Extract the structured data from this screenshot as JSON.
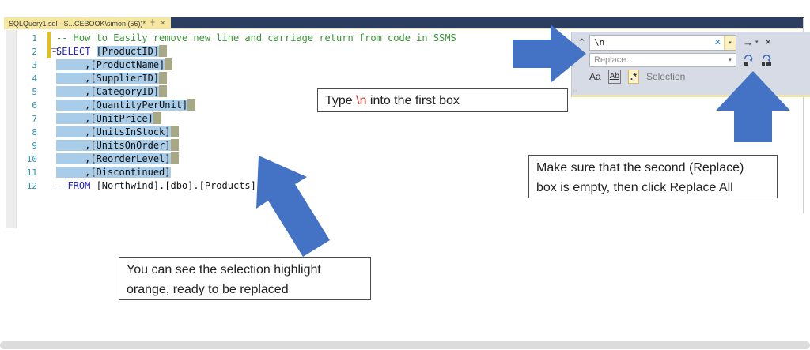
{
  "tab": {
    "title": "SQLQuery1.sql - S...CEBOOK\\simon (56))*",
    "close_glyph": "✕"
  },
  "editor": {
    "collapse_glyph": "−",
    "lines": [
      {
        "num": "1",
        "segments": [
          {
            "t": "-- How to Easily remove new line and carriage return from code in SSMS",
            "c": "comment"
          }
        ]
      },
      {
        "num": "2",
        "segments": [
          {
            "t": "SELECT ",
            "c": "keyword"
          },
          {
            "t": "[ProductID]",
            "c": "sel"
          },
          {
            "t": "",
            "c": "nl"
          }
        ]
      },
      {
        "num": "3",
        "segments": [
          {
            "t": "     ,[ProductName]",
            "c": "sel"
          },
          {
            "t": "",
            "c": "nl"
          }
        ]
      },
      {
        "num": "4",
        "segments": [
          {
            "t": "     ,[SupplierID]",
            "c": "sel"
          },
          {
            "t": "",
            "c": "nl"
          }
        ]
      },
      {
        "num": "5",
        "segments": [
          {
            "t": "     ,[CategoryID]",
            "c": "sel"
          },
          {
            "t": "",
            "c": "nl"
          }
        ]
      },
      {
        "num": "6",
        "segments": [
          {
            "t": "     ,[QuantityPerUnit]",
            "c": "sel"
          },
          {
            "t": "",
            "c": "nl"
          }
        ]
      },
      {
        "num": "7",
        "segments": [
          {
            "t": "     ,[UnitPrice]",
            "c": "sel"
          },
          {
            "t": "",
            "c": "nl"
          }
        ]
      },
      {
        "num": "8",
        "segments": [
          {
            "t": "     ,[UnitsInStock]",
            "c": "sel"
          },
          {
            "t": "",
            "c": "nl"
          }
        ]
      },
      {
        "num": "9",
        "segments": [
          {
            "t": "     ,[UnitsOnOrder]",
            "c": "sel"
          },
          {
            "t": "",
            "c": "nl"
          }
        ]
      },
      {
        "num": "10",
        "segments": [
          {
            "t": "     ,[ReorderLevel]",
            "c": "sel"
          },
          {
            "t": "",
            "c": "nl"
          }
        ]
      },
      {
        "num": "11",
        "segments": [
          {
            "t": "     ,[Discontinued]",
            "c": "sel"
          }
        ]
      },
      {
        "num": "12",
        "segments": [
          {
            "t": "  ",
            "c": "plain"
          },
          {
            "t": "FROM",
            "c": "keyword"
          },
          {
            "t": " [Northwind].[dbo].[Products]",
            "c": "plain"
          }
        ]
      }
    ]
  },
  "find_panel": {
    "search_value": "\\n",
    "replace_placeholder": "Replace...",
    "match_case_label": "Aa",
    "whole_word_label": "Ab",
    "regex_label": ".*",
    "scope_label": "Selection",
    "icons": {
      "collapse": "^",
      "clear": "✕",
      "dropdown": "▾",
      "find_next": "→",
      "close": "✕"
    }
  },
  "callouts": {
    "type_box": {
      "prefix": "Type ",
      "code": "\\n",
      "suffix": " into the first box"
    },
    "replace_box": {
      "line1": "Make sure that the second (Replace)",
      "line2": "box is empty, then click Replace All"
    },
    "highlight_box": {
      "line1": "You can see the selection highlight",
      "line2": "orange, ready to be replaced"
    }
  },
  "colors": {
    "arrow_blue": "#4472C4",
    "selection_blue": "#A9CCE9",
    "newline_highlight_olive": "#A8A884",
    "tab_yellow": "#F6E7A0",
    "tabstrip_navy": "#2B3E5F",
    "panel_bg": "#D6DBE6"
  }
}
